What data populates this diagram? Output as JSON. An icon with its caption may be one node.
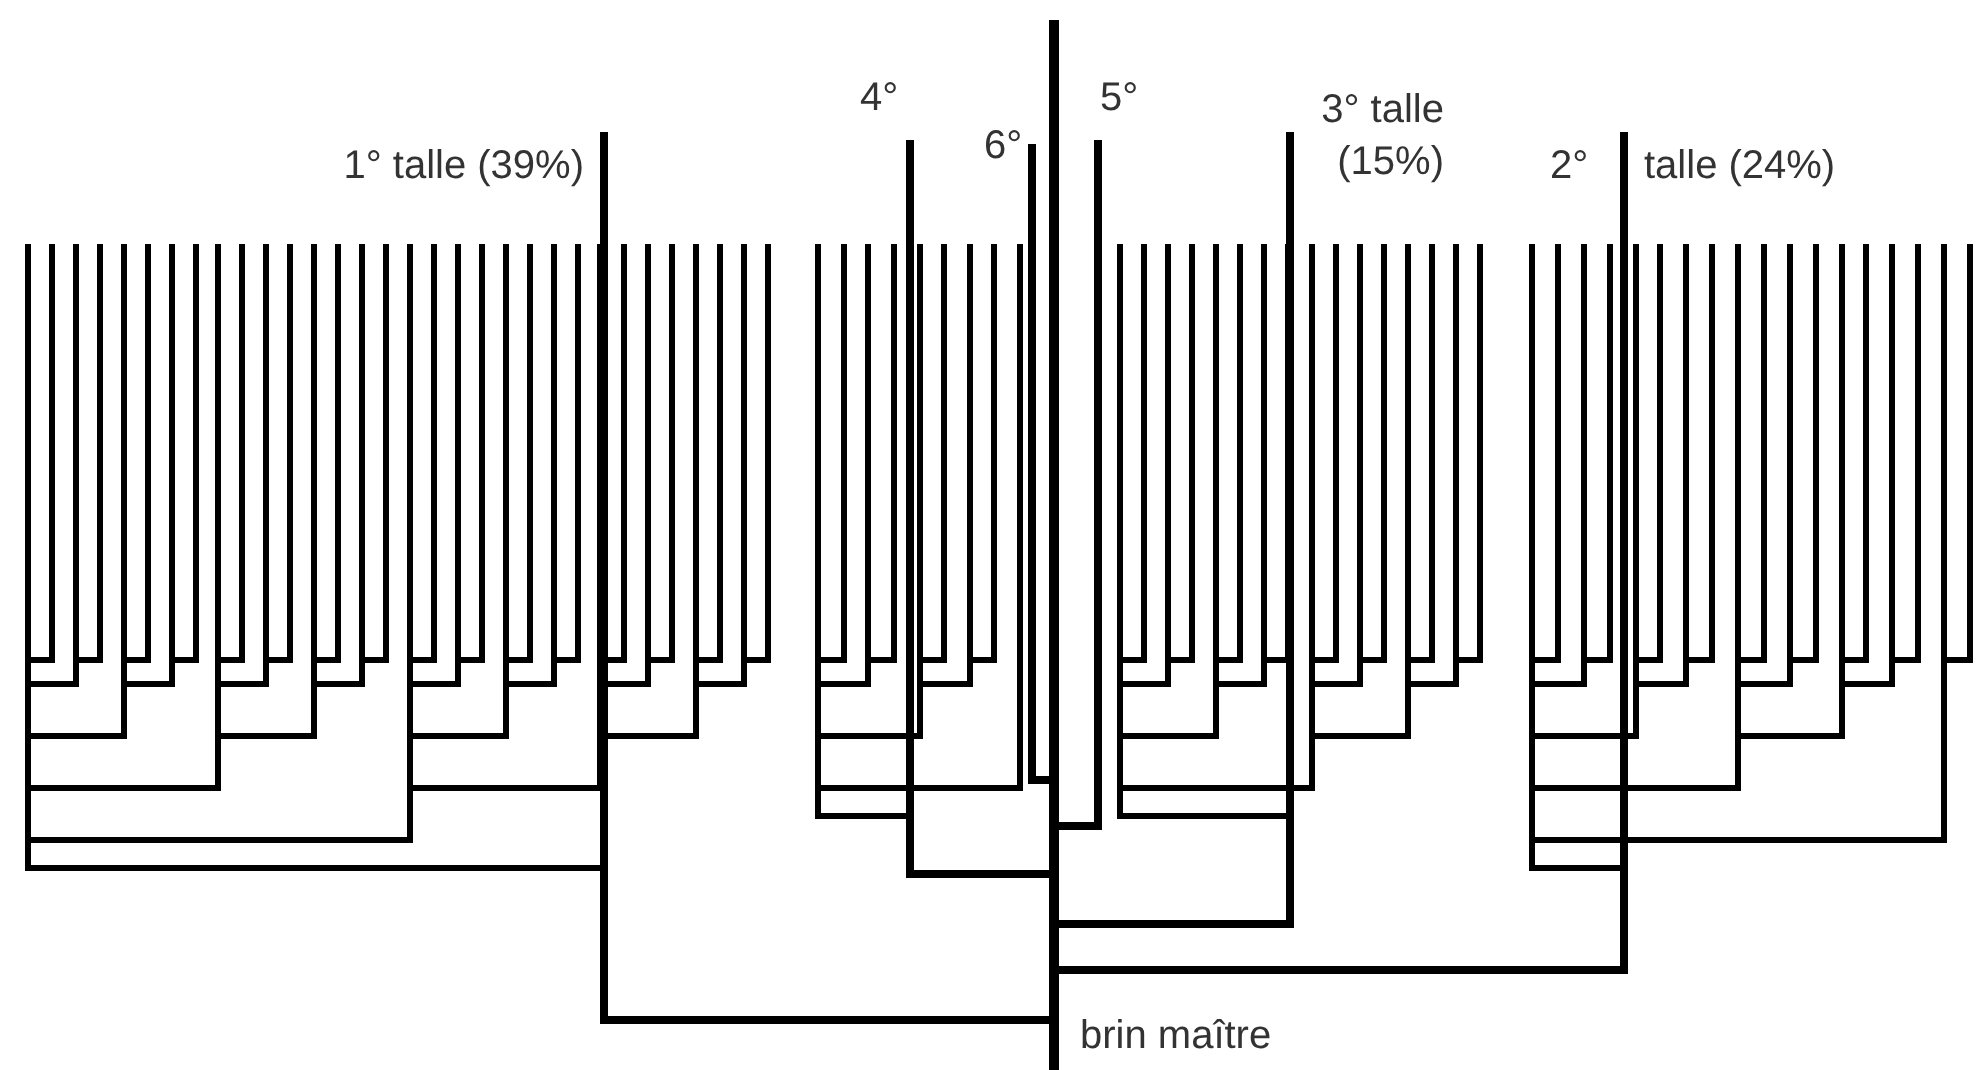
{
  "diagram": {
    "labels": [
      "1° talle (39%)",
      "4°",
      "6°",
      "5°",
      "3° talle (15%)",
      "2°",
      "talle (24%)",
      "brin maître"
    ]
  }
}
